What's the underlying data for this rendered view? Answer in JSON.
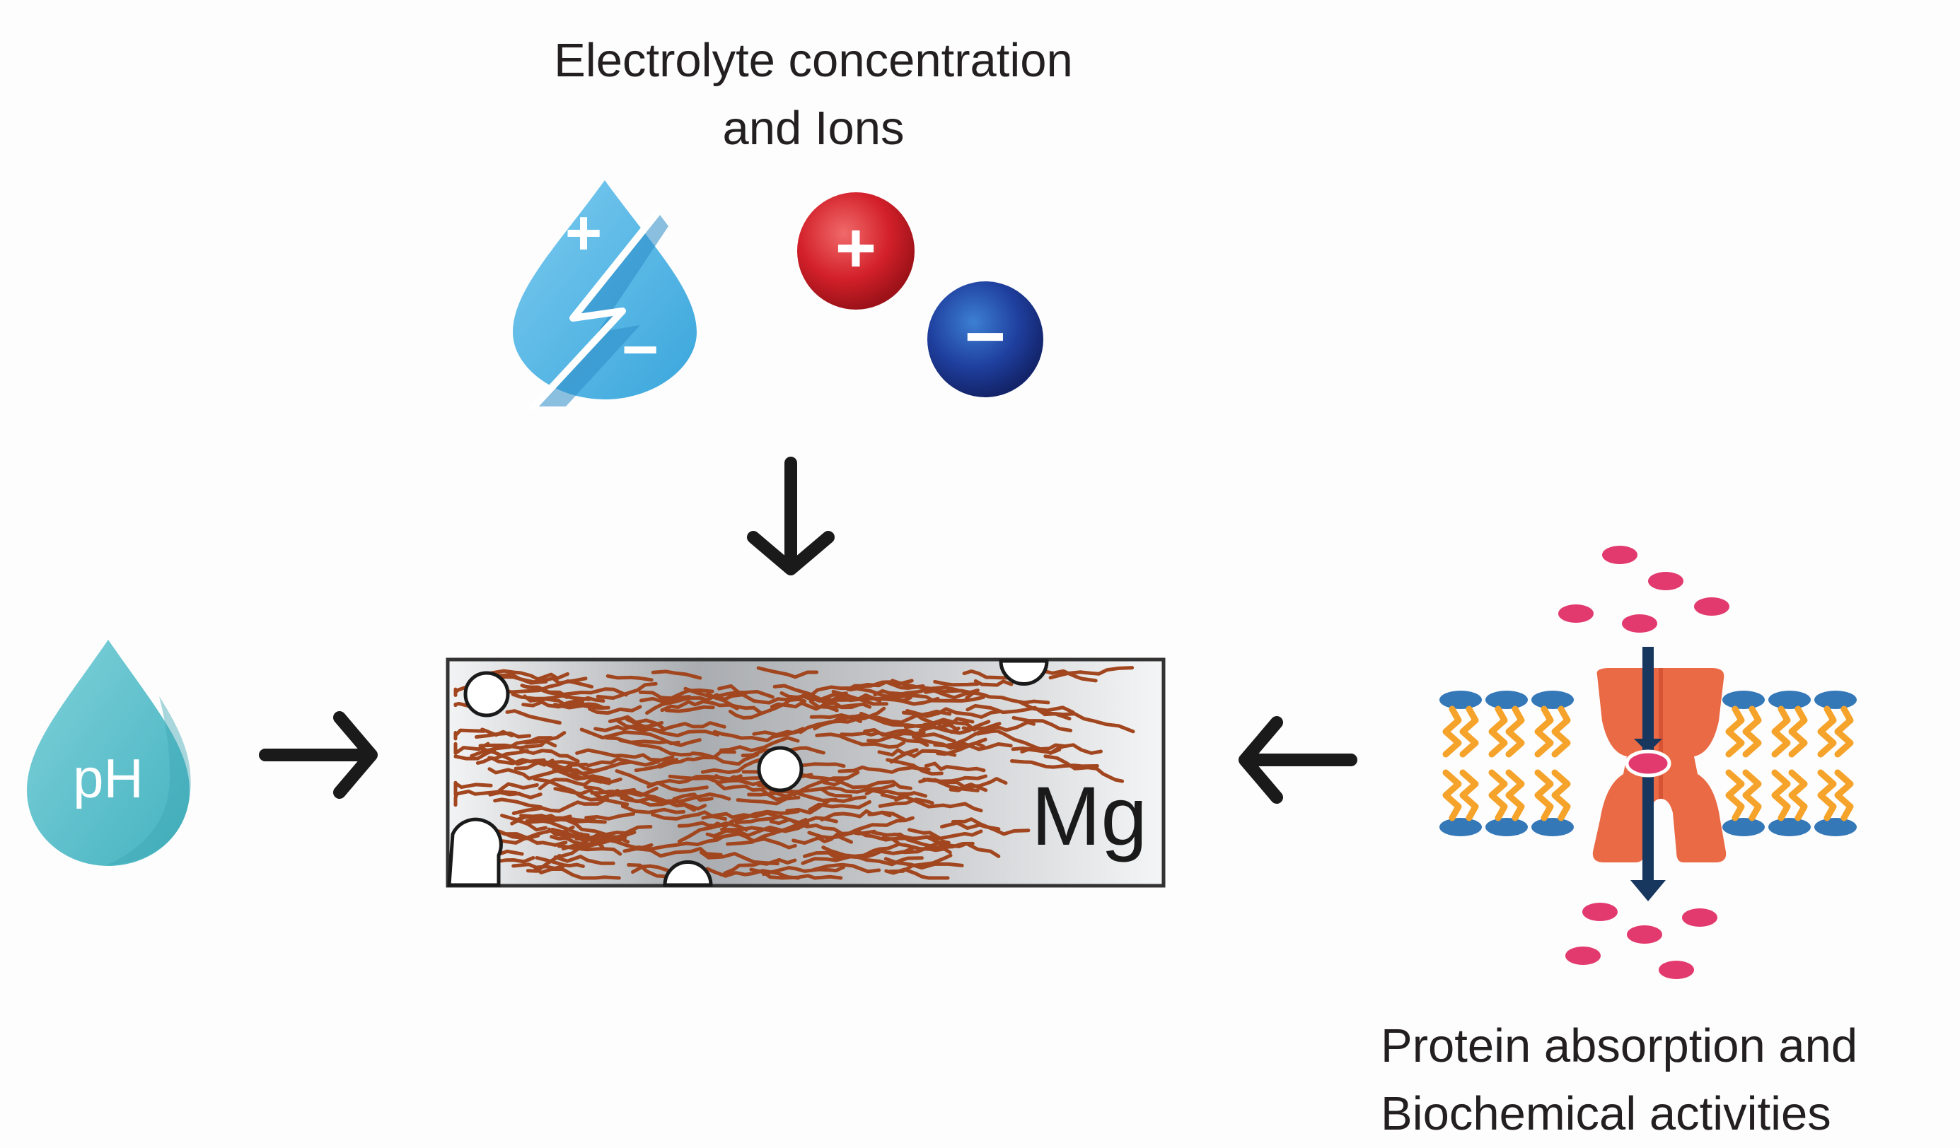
{
  "diagram": {
    "electrolyte_label": {
      "line1": "Electrolyte concentration",
      "line2": "and Ions"
    },
    "ion_signs": {
      "positive": "+",
      "negative": "−"
    },
    "drop_signs": {
      "positive": "+",
      "negative": "−"
    },
    "ph_label": "pH",
    "metal_label": "Mg",
    "protein_label": {
      "line1": "Protein absorption and",
      "line2": "Biochemical activities"
    },
    "colors": {
      "electrolyte_drop": "#4fb6e4",
      "ph_drop": "#52bfcc",
      "cation": "#d92a30",
      "anion": "#1d3c9a",
      "corrosion_product": "#a1461e",
      "channel_protein": "#ea6a45",
      "lipid_head": "#3578b8",
      "lipid_tail": "#f5a32a",
      "transported_molecule": "#e23a6e",
      "arrow": "#1a1a1a"
    }
  }
}
